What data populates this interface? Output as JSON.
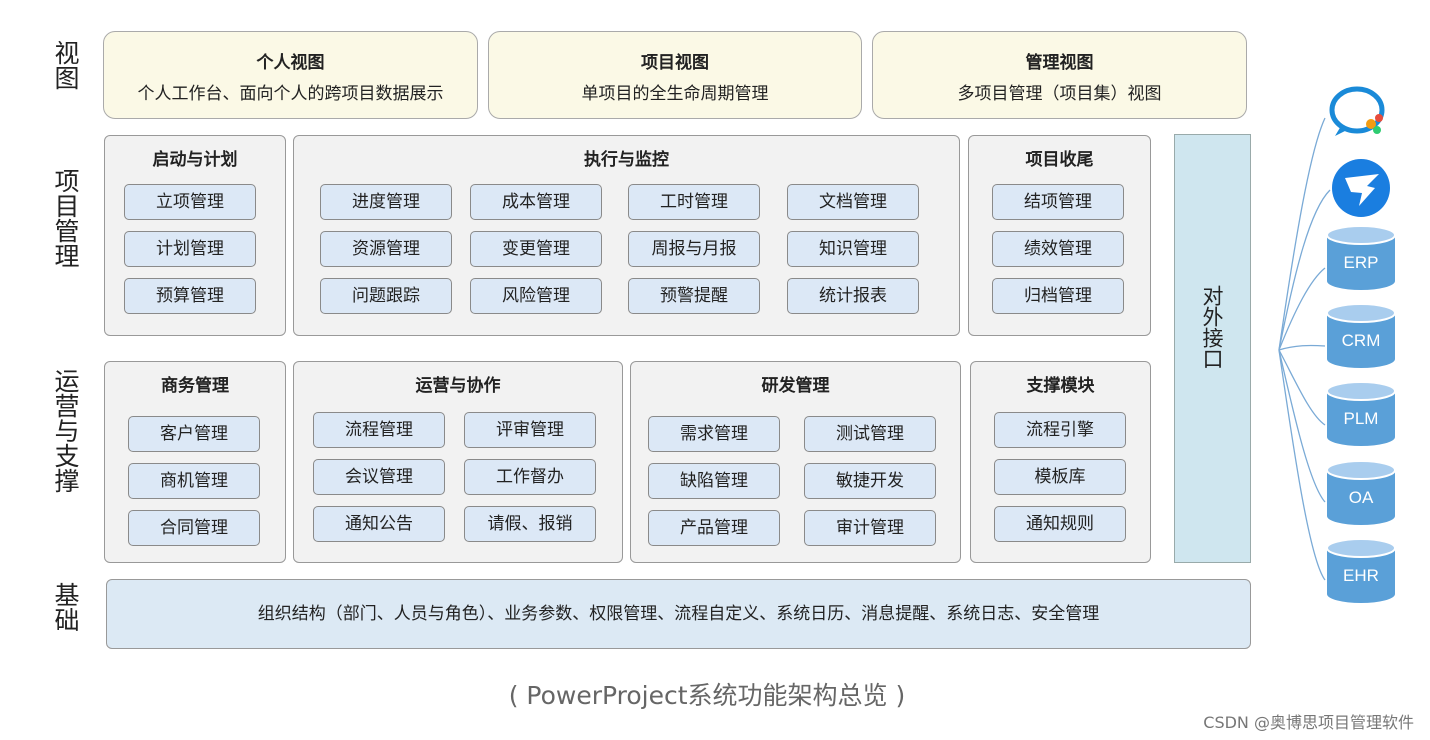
{
  "row_labels": {
    "view": "视图",
    "project": "项目管理",
    "ops": "运营与支撑",
    "base": "基础"
  },
  "views": [
    {
      "title": "个人视图",
      "subtitle": "个人工作台、面向个人的跨项目数据展示"
    },
    {
      "title": "项目视图",
      "subtitle": "单项目的全生命周期管理"
    },
    {
      "title": "管理视图",
      "subtitle": "多项目管理（项目集）视图"
    }
  ],
  "project_mgmt": {
    "start_plan": {
      "title": "启动与计划",
      "items": [
        "立项管理",
        "计划管理",
        "预算管理"
      ]
    },
    "exec_monitor": {
      "title": "执行与监控",
      "items": [
        "进度管理",
        "成本管理",
        "工时管理",
        "文档管理",
        "资源管理",
        "变更管理",
        "周报与月报",
        "知识管理",
        "问题跟踪",
        "风险管理",
        "预警提醒",
        "统计报表"
      ]
    },
    "closing": {
      "title": "项目收尾",
      "items": [
        "结项管理",
        "绩效管理",
        "归档管理"
      ]
    }
  },
  "operations": {
    "business": {
      "title": "商务管理",
      "items": [
        "客户管理",
        "商机管理",
        "合同管理"
      ]
    },
    "collab": {
      "title": "运营与协作",
      "items": [
        "流程管理",
        "评审管理",
        "会议管理",
        "工作督办",
        "通知公告",
        "请假、报销"
      ]
    },
    "rnd": {
      "title": "研发管理",
      "items": [
        "需求管理",
        "测试管理",
        "缺陷管理",
        "敏捷开发",
        "产品管理",
        "审计管理"
      ]
    },
    "support": {
      "title": "支撑模块",
      "items": [
        "流程引擎",
        "模板库",
        "通知规则"
      ]
    }
  },
  "interface_label": "对外接口",
  "foundation_text": "组织结构（部门、人员与角色）、业务参数、权限管理、流程自定义、系统日历、消息提醒、系统日志、安全管理",
  "external_systems": [
    "ERP",
    "CRM",
    "PLM",
    "OA",
    "EHR"
  ],
  "external_apps": [
    "chat-app-icon",
    "dingtalk-icon"
  ],
  "caption": "( PowerProject系统功能架构总览 )",
  "watermark": "CSDN @奥博思项目管理软件",
  "colors": {
    "view_bg": "#fbf9e6",
    "module_bg": "#dce8f6",
    "interface_bg": "#cfe6ef",
    "foundation_bg": "#dce9f4",
    "db_blue": "#5aa0d8",
    "arrow": "#7aaad6"
  }
}
